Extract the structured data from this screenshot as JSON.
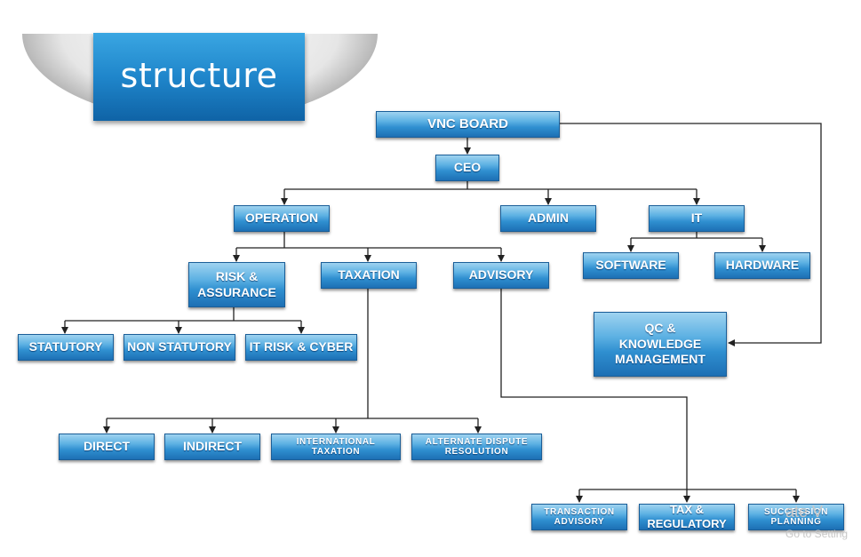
{
  "header": {
    "title": "structure"
  },
  "nodes": {
    "board": "VNC BOARD",
    "ceo": "CEO",
    "operation": "OPERATION",
    "admin": "ADMIN",
    "it": "IT",
    "software": "SOFTWARE",
    "hardware": "HARDWARE",
    "risk_assurance": "RISK &\nASSURANCE",
    "taxation": "TAXATION",
    "advisory": "ADVISORY",
    "qc_km": "QC &\nKNOWLEDGE\nMANAGEMENT",
    "statutory": "STATUTORY",
    "non_statutory": "NON STATUTORY",
    "it_risk_cyber": "IT RISK & CYBER",
    "direct": "DIRECT",
    "indirect": "INDIRECT",
    "international_taxation": "INTERNATIONAL\nTAXATION",
    "alternate_dispute": "ALTERNATE DISPUTE\nRESOLUTION",
    "transaction_advisory": "TRANSACTION\nADVISORY",
    "tax_regulatory": "TAX & REGULATORY",
    "succession_planning": "SUCCESSION\nPLANNING"
  },
  "watermark": {
    "line1": "ate V",
    "line2": "Go to Setting"
  }
}
